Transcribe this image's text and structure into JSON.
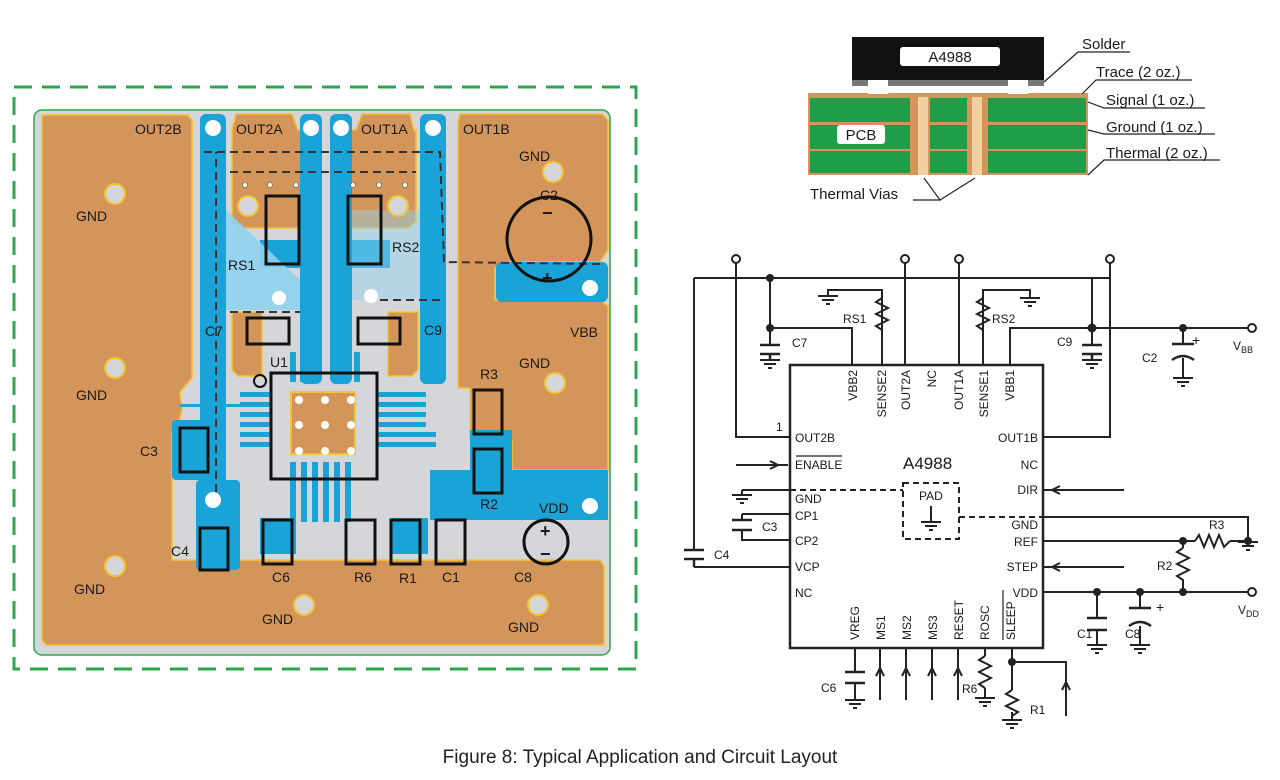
{
  "caption": "Figure 8: Typical Application and Circuit Layout",
  "colors": {
    "copper": "#d4955a",
    "copper_edge": "#f3c42e",
    "trace_blue": "#1aa3d6",
    "light_blue": "#8fd3ef",
    "board_gray": "#d4d6da",
    "board_outline": "#2ea44f",
    "pcb_green": "#1f9d49",
    "trace_copper": "#d99a63"
  },
  "cross_section": {
    "chip_label": "A4988",
    "pcb_label": "PCB",
    "vias_label": "Thermal Vias",
    "layers": [
      "Solder",
      "Trace (2 oz.)",
      "Signal (1 oz.)",
      "Ground (1 oz.)",
      "Thermal (2 oz.)"
    ]
  },
  "pcb_layout": {
    "net_labels": {
      "out2b": "OUT2B",
      "out2a": "OUT2A",
      "out1a": "OUT1A",
      "out1b": "OUT1B",
      "vbb": "VBB",
      "vdd": "VDD",
      "gnd": "GND"
    },
    "components": {
      "rs1": "RS1",
      "rs2": "RS2",
      "c7": "C7",
      "c9": "C9",
      "u1": "U1",
      "c2": "C2",
      "c3": "C3",
      "c4": "C4",
      "c6": "C6",
      "r6": "R6",
      "r1": "R1",
      "c1": "C1",
      "c8": "C8",
      "r2": "R2",
      "r3": "R3"
    },
    "polarity": {
      "plus": "+",
      "minus": "−"
    }
  },
  "schematic": {
    "ic_name": "A4988",
    "pad_label": "PAD",
    "pin1_marker": "1",
    "top_pins": [
      "VBB2",
      "SENSE2",
      "OUT2A",
      "NC",
      "OUT1A",
      "SENSE1",
      "VBB1"
    ],
    "left_pins": [
      "OUT2B",
      "ENABLE",
      "GND",
      "CP1",
      "CP2",
      "VCP",
      "NC"
    ],
    "right_pins": [
      "OUT1B",
      "NC",
      "DIR",
      "GND",
      "REF",
      "STEP",
      "VDD"
    ],
    "bottom_pins": [
      "VREG",
      "MS1",
      "MS2",
      "MS3",
      "RESET",
      "ROSC",
      "SLEEP"
    ],
    "components": {
      "rs1": "RS1",
      "rs2": "RS2",
      "c7": "C7",
      "c9": "C9",
      "c2": "C2",
      "c3": "C3",
      "c4": "C4",
      "c6": "C6",
      "r6": "R6",
      "r1": "R1",
      "r2": "R2",
      "r3": "R3",
      "c1": "C1",
      "c8": "C8"
    },
    "supplies": {
      "vbb": "V",
      "vbb_sub": "BB",
      "vdd": "V",
      "vdd_sub": "DD"
    },
    "plus": "+"
  }
}
